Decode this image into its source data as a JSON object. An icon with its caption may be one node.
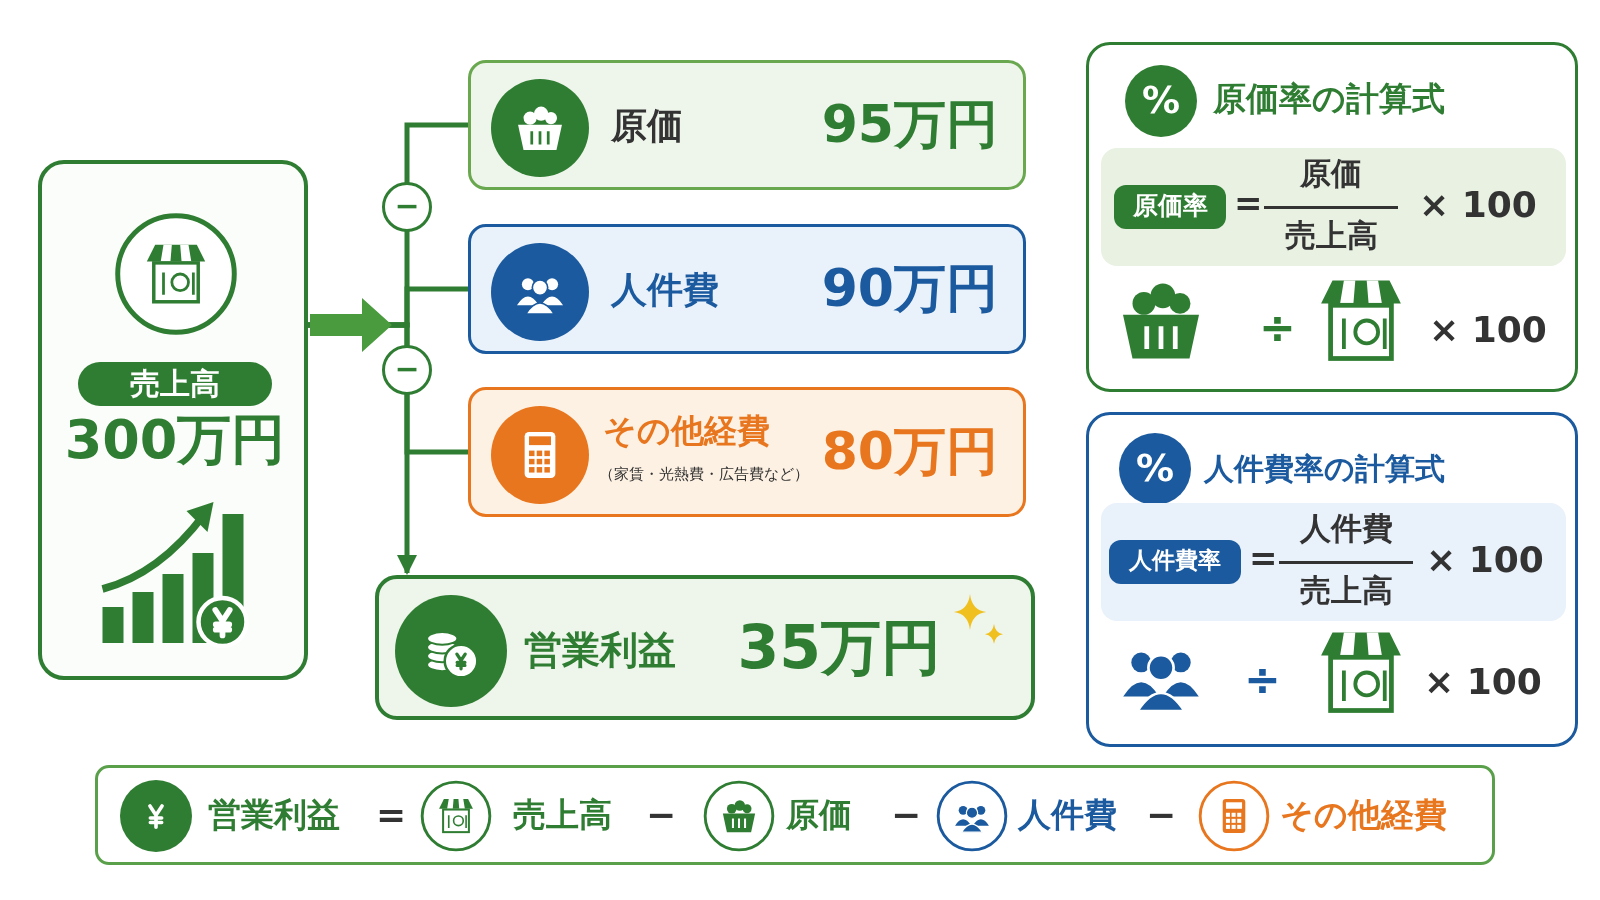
{
  "diagram": {
    "nodes": [
      {
        "text": [
          "売上高",
          "300万円"
        ]
      },
      {
        "text": [
          "原価",
          "95万円"
        ]
      },
      {
        "text": [
          "人件費",
          "90万円"
        ]
      },
      {
        "text": [
          "その他経費",
          "（家賃・光熱費・広告費など）",
          "80万円"
        ]
      },
      {
        "text": [
          "営業利益",
          "35万円"
        ]
      },
      {
        "text": [
          "原価率の計算式",
          "÷",
          "× 100"
        ]
      },
      {
        "text": [
          "%"
        ],
        "in": 5
      },
      {
        "text": [
          "=",
          "原価",
          "売上高",
          "× 100"
        ],
        "in": 5
      },
      {
        "text": [
          "原価率"
        ],
        "in": 7
      },
      {
        "text": [
          "人件費率の計算式",
          "÷",
          "× 100"
        ]
      },
      {
        "text": [
          "%"
        ],
        "in": 9
      },
      {
        "text": [
          "=",
          "人件費",
          "売上高",
          "× 100"
        ],
        "in": 9
      },
      {
        "text": [
          "人件費率"
        ],
        "in": 11
      },
      {
        "text": [
          "営業利益",
          "=",
          "売上高",
          "−",
          "原価",
          "−",
          "人件費",
          "−",
          "その他経費"
        ]
      }
    ],
    "edges": [
      {
        "from": 0,
        "to": 1,
        "arrow": "none"
      },
      {
        "from": 0,
        "to": 2,
        "arrow": "none"
      },
      {
        "from": 0,
        "to": 3,
        "arrow": "none"
      },
      {
        "from": 0,
        "to": 4,
        "arrow": "to"
      }
    ],
    "labels": [
      "−",
      "−"
    ]
  }
}
